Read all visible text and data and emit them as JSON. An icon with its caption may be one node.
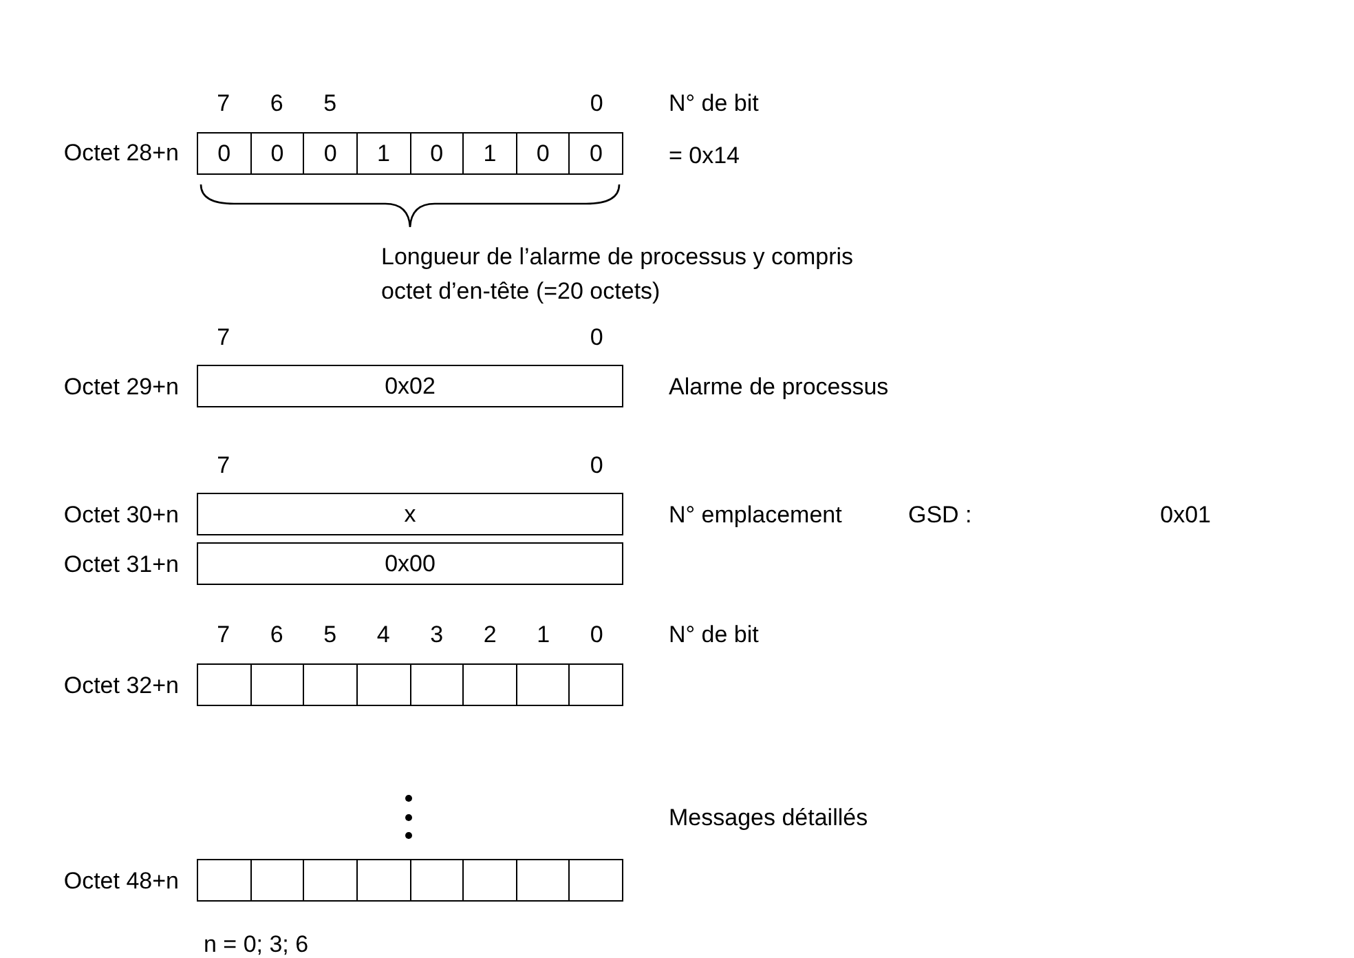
{
  "diagram": {
    "nodes": [
      {
        "text": [
          "0",
          "0",
          "0",
          "1",
          "0",
          "1",
          "0",
          "0"
        ]
      },
      {
        "text": [
          "0x02"
        ]
      },
      {
        "text": [
          "x"
        ]
      },
      {
        "text": [
          "0x00"
        ]
      },
      {
        "text": [],
        "shape": "box"
      },
      {
        "text": [],
        "shape": "box"
      }
    ],
    "labels": [
      "7",
      "6",
      "5",
      "0",
      "N° de bit",
      "Octet 28+n",
      "= 0x14",
      "Longueur de l’alarme de processus y compris octet d’en-tête (=20 octets)",
      "7",
      "0",
      "Octet 29+n",
      "Alarme de processus",
      "7",
      "0",
      "Octet 30+n",
      "N° emplacement",
      "GSD :",
      "0x01",
      "Octet 31+n",
      "7",
      "6",
      "5",
      "4",
      "3",
      "2",
      "1",
      "0",
      "N° de bit",
      "Octet 32+n",
      "Messages détaillés",
      "Octet 48+n",
      "n = 0; 3; 6"
    ]
  }
}
